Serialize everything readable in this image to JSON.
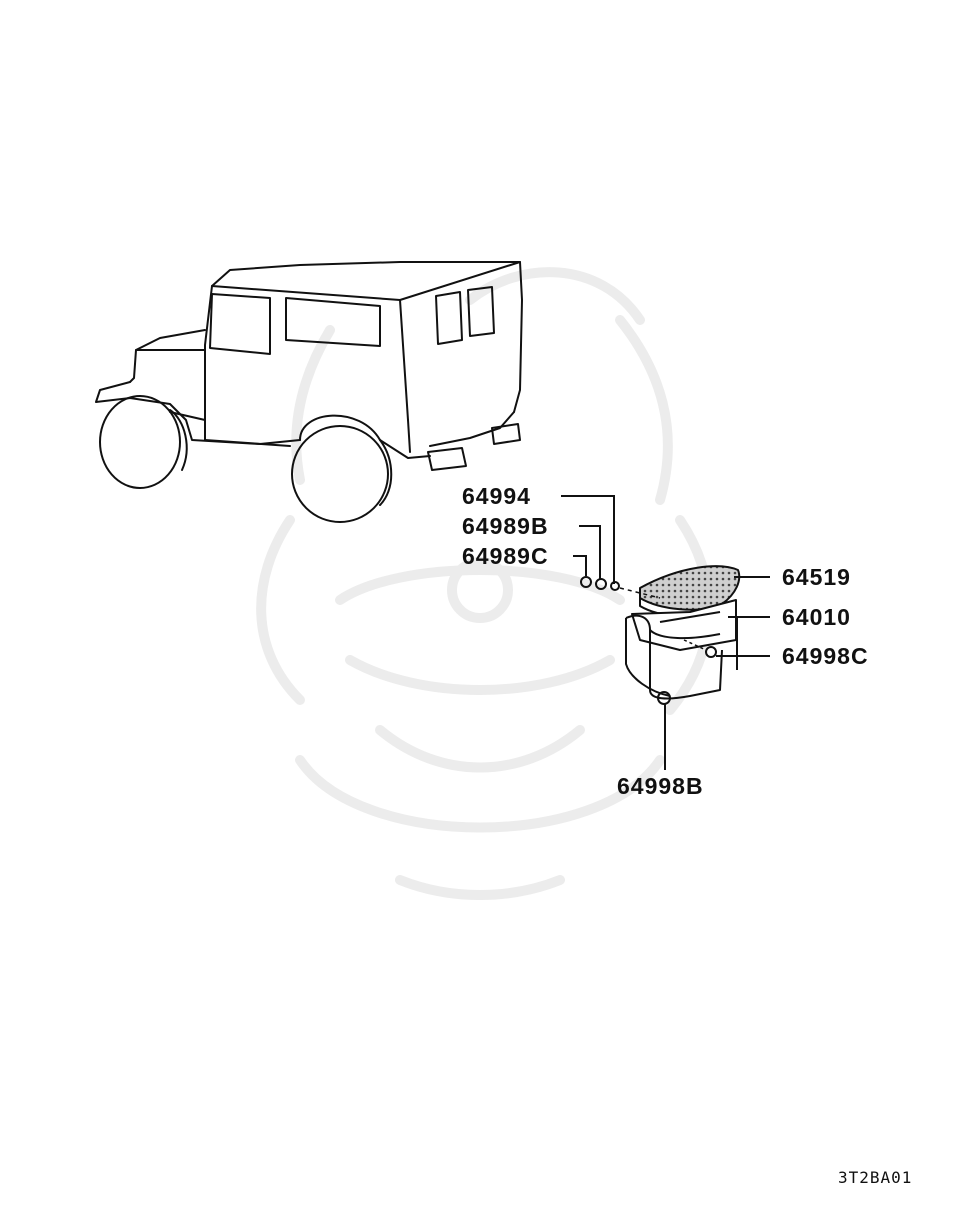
{
  "parts": [
    {
      "id": "64994",
      "label": "64994"
    },
    {
      "id": "64989B",
      "label": "64989B"
    },
    {
      "id": "64989C",
      "label": "64989C"
    },
    {
      "id": "64519",
      "label": "64519"
    },
    {
      "id": "64010",
      "label": "64010"
    },
    {
      "id": "64998C",
      "label": "64998C"
    },
    {
      "id": "64998B",
      "label": "64998B"
    }
  ],
  "reference_code": "3T2BA01",
  "colors": {
    "line": "#111111",
    "watermark": "#ececec",
    "tread": "#888888"
  }
}
